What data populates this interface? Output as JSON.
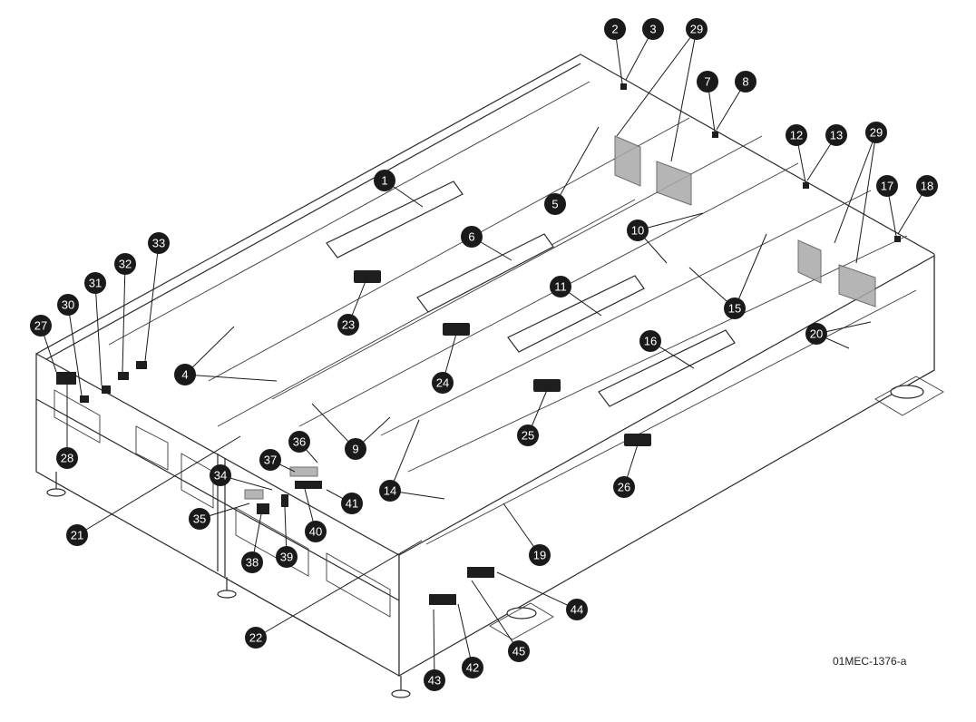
{
  "figure_id": "01MEC-1376-a",
  "colors": {
    "callout_fill": "#1a1a1a",
    "callout_text": "#ffffff",
    "line": "#2a2a2a",
    "highlight_gray": "#a9a9a9"
  },
  "callouts": [
    {
      "id": "c1",
      "label": "1"
    },
    {
      "id": "c2",
      "label": "2"
    },
    {
      "id": "c3",
      "label": "3"
    },
    {
      "id": "c4",
      "label": "4"
    },
    {
      "id": "c5",
      "label": "5"
    },
    {
      "id": "c6",
      "label": "6"
    },
    {
      "id": "c7",
      "label": "7"
    },
    {
      "id": "c8",
      "label": "8"
    },
    {
      "id": "c9",
      "label": "9"
    },
    {
      "id": "c10",
      "label": "10"
    },
    {
      "id": "c11",
      "label": "11"
    },
    {
      "id": "c12",
      "label": "12"
    },
    {
      "id": "c13",
      "label": "13"
    },
    {
      "id": "c14",
      "label": "14"
    },
    {
      "id": "c15",
      "label": "15"
    },
    {
      "id": "c16",
      "label": "16"
    },
    {
      "id": "c17",
      "label": "17"
    },
    {
      "id": "c18",
      "label": "18"
    },
    {
      "id": "c19",
      "label": "19"
    },
    {
      "id": "c20",
      "label": "20"
    },
    {
      "id": "c21",
      "label": "21"
    },
    {
      "id": "c22",
      "label": "22"
    },
    {
      "id": "c23",
      "label": "23"
    },
    {
      "id": "c24",
      "label": "24"
    },
    {
      "id": "c25",
      "label": "25"
    },
    {
      "id": "c26",
      "label": "26"
    },
    {
      "id": "c27",
      "label": "27"
    },
    {
      "id": "c28",
      "label": "28"
    },
    {
      "id": "c29a",
      "label": "29"
    },
    {
      "id": "c29b",
      "label": "29"
    },
    {
      "id": "c30",
      "label": "30"
    },
    {
      "id": "c31",
      "label": "31"
    },
    {
      "id": "c32",
      "label": "32"
    },
    {
      "id": "c33",
      "label": "33"
    },
    {
      "id": "c34",
      "label": "34"
    },
    {
      "id": "c35",
      "label": "35"
    },
    {
      "id": "c36",
      "label": "36"
    },
    {
      "id": "c37",
      "label": "37"
    },
    {
      "id": "c38",
      "label": "38"
    },
    {
      "id": "c39",
      "label": "39"
    },
    {
      "id": "c40",
      "label": "40"
    },
    {
      "id": "c41",
      "label": "41"
    },
    {
      "id": "c42",
      "label": "42"
    },
    {
      "id": "c43",
      "label": "43"
    },
    {
      "id": "c44",
      "label": "44"
    },
    {
      "id": "c45",
      "label": "45"
    }
  ]
}
